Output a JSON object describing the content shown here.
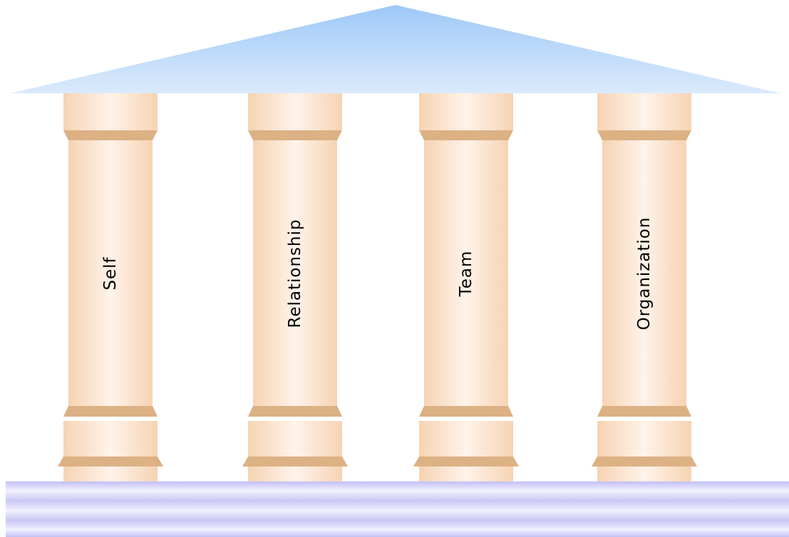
{
  "diagram": {
    "pillars": [
      {
        "label": "Self"
      },
      {
        "label": "Relationship"
      },
      {
        "label": "Team"
      },
      {
        "label": "Organization"
      }
    ]
  },
  "colors": {
    "roof_top": "#9dc8f8",
    "roof_bottom": "#dbeafb",
    "shaft_edge": "#f6d3b3",
    "shaft_center": "#fff3ea",
    "band": "#dcb184",
    "base_light": "#f2f1ff",
    "base_dark": "#c2c0f4"
  }
}
